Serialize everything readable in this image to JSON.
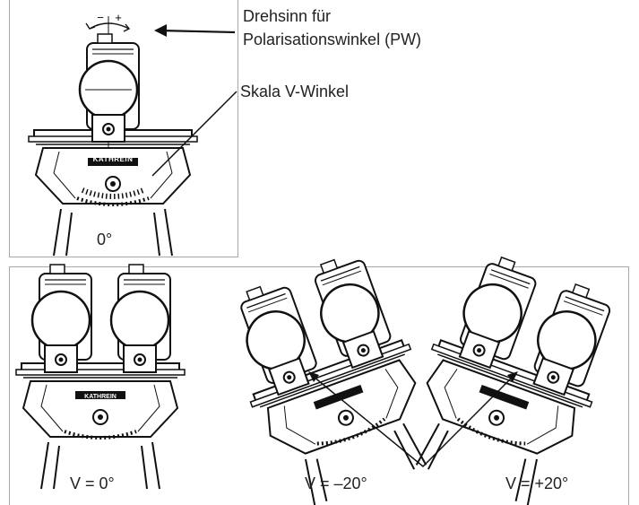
{
  "top": {
    "rotation_signs": {
      "minus": "−",
      "plus": "+"
    },
    "brand_text": "KATHREIN",
    "caption": "0°",
    "callout_rotation": {
      "line1": "Drehsinn für",
      "line2": "Polarisationswinkel (PW)"
    },
    "callout_scale": "Skala V-Winkel"
  },
  "bottom": {
    "views": [
      {
        "label": "V = 0°",
        "angle": 0
      },
      {
        "label": "V = –20°",
        "angle": -20
      },
      {
        "label": "V = +20°",
        "angle": 20
      }
    ]
  },
  "colors": {
    "line": "#111111",
    "frame": "#a8a8a8",
    "text": "#222222"
  }
}
